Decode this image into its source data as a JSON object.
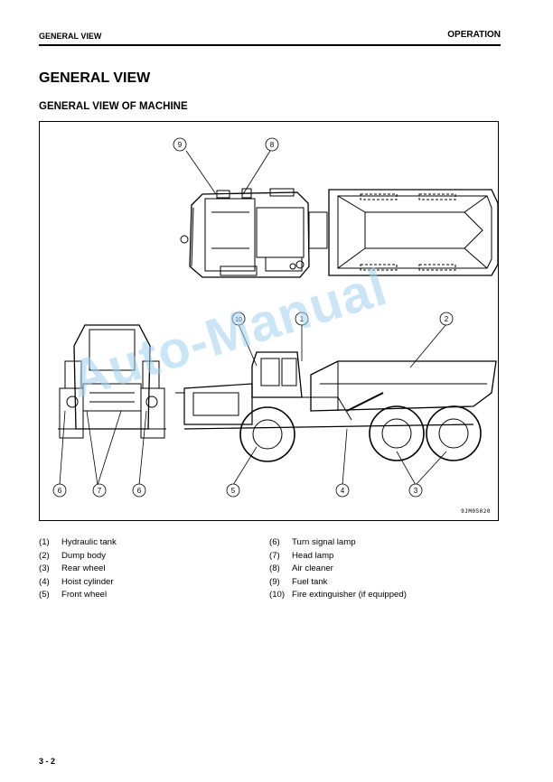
{
  "header": {
    "left": "GENERAL VIEW",
    "right": "OPERATION"
  },
  "title": "GENERAL VIEW",
  "subtitle": "GENERAL VIEW OF MACHINE",
  "figure": {
    "code": "9JM05020",
    "callouts": [
      "9",
      "8",
      "10",
      "1",
      "2",
      "6",
      "7",
      "6",
      "5",
      "4",
      "3"
    ]
  },
  "legend_left": [
    {
      "num": "(1)",
      "label": "Hydraulic tank"
    },
    {
      "num": "(2)",
      "label": "Dump body"
    },
    {
      "num": "(3)",
      "label": "Rear wheel"
    },
    {
      "num": "(4)",
      "label": "Hoist cylinder"
    },
    {
      "num": "(5)",
      "label": "Front wheel"
    }
  ],
  "legend_right": [
    {
      "num": "(6)",
      "label": "Turn signal lamp"
    },
    {
      "num": "(7)",
      "label": "Head lamp"
    },
    {
      "num": "(8)",
      "label": "Air cleaner"
    },
    {
      "num": "(9)",
      "label": "Fuel tank"
    },
    {
      "num": "(10)",
      "label": "Fire extinguisher (if equipped)"
    }
  ],
  "footer": {
    "page": "3 - 2"
  },
  "watermark": "Auto-Manual"
}
